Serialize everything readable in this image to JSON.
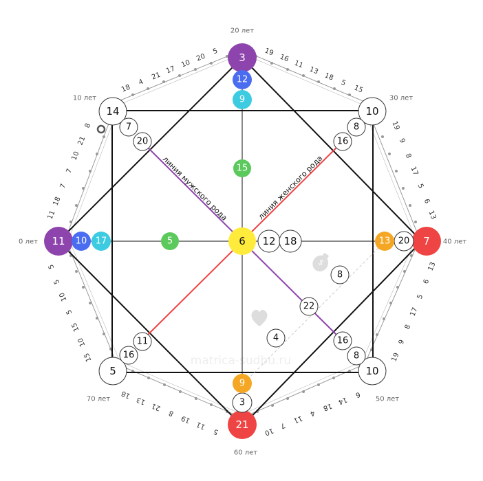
{
  "watermark": "matrica-sudbu.ru",
  "line_labels": {
    "male": "линия мужского рода",
    "female": "линия женского рода"
  },
  "ages": {
    "top": "20 лет",
    "top_right": "30 лет",
    "right": "40 лет",
    "bottom_right": "50 лет",
    "bottom": "60 лет",
    "bottom_left": "70 лет",
    "left": "0 лет",
    "top_left": "10 лет"
  },
  "colors": {
    "purple": "#8e44ad",
    "blue": "#4a6cf0",
    "cyan": "#3ccbe0",
    "green": "#5cc95c",
    "yellow": "#ffeb3b",
    "orange": "#f5a623",
    "red": "#ef4444"
  },
  "nodes": {
    "top_main": "3",
    "top_2": "12",
    "top_3": "9",
    "left_main": "11",
    "left_2": "10",
    "left_3": "17",
    "right_main": "7",
    "right_2": "20",
    "right_3": "13",
    "bottom_main": "21",
    "bottom_2": "3",
    "bottom_3": "9",
    "center": "6",
    "center_r1": "12",
    "center_r2": "18",
    "mid_top": "15",
    "mid_left": "5",
    "tl_main": "14",
    "tl_2": "7",
    "tl_3": "20",
    "tr_main": "10",
    "tr_2": "8",
    "tr_3": "16",
    "br_main": "10",
    "br_2": "8",
    "br_3": "16",
    "bl_main": "5",
    "bl_2": "16",
    "bl_3": "11",
    "money_1": "8",
    "money_2": "22",
    "love": "4"
  },
  "outer_ring": {
    "top_to_topright": [
      "19",
      "16",
      "11",
      "13",
      "18",
      "5",
      "15"
    ],
    "topright_to_right": [
      "19",
      "9",
      "8",
      "17",
      "5",
      "6",
      "13"
    ],
    "right_to_bottomright": [
      "13",
      "6",
      "5",
      "17",
      "8",
      "9",
      "19"
    ],
    "bottomright_to_bottom": [
      "6",
      "14",
      "18",
      "4",
      "11",
      "7",
      "10"
    ],
    "bottom_to_bottomleft": [
      "5",
      "11",
      "19",
      "8",
      "21",
      "13",
      "18"
    ],
    "bottomleft_to_left": [
      "15",
      "10",
      "15",
      "5",
      "10",
      "5",
      "5"
    ],
    "left_to_topleft": [
      "11",
      "18",
      "7",
      "7",
      "10",
      "21",
      "8"
    ],
    "topleft_to_top": [
      "18",
      "4",
      "21",
      "17",
      "10",
      "20",
      "5"
    ]
  }
}
